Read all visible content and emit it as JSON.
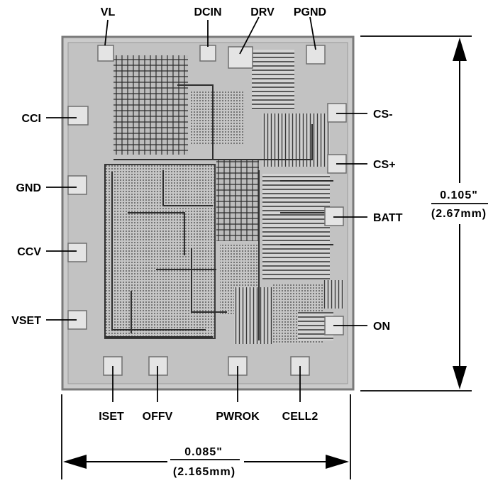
{
  "diagram": {
    "colors": {
      "line": "#000000",
      "die_fill": "#c8c8c8",
      "die_border": "#8a8a8a",
      "circuit": "#2e2e2e"
    },
    "pins": {
      "vl": "VL",
      "dcin": "DCIN",
      "drv": "DRV",
      "pgnd": "PGND",
      "cci": "CCI",
      "gnd": "GND",
      "ccv": "CCV",
      "vset": "VSET",
      "cs_minus": "CS-",
      "cs_plus": "CS+",
      "batt": "BATT",
      "on": "ON",
      "iset": "ISET",
      "offv": "OFFV",
      "pwrok": "PWROK",
      "cell2": "CELL2"
    },
    "height_dimension": {
      "inches": "0.105\"",
      "mm": "(2.67mm)"
    },
    "width_dimension": {
      "inches": "0.085\"",
      "mm": "(2.165mm)"
    }
  }
}
